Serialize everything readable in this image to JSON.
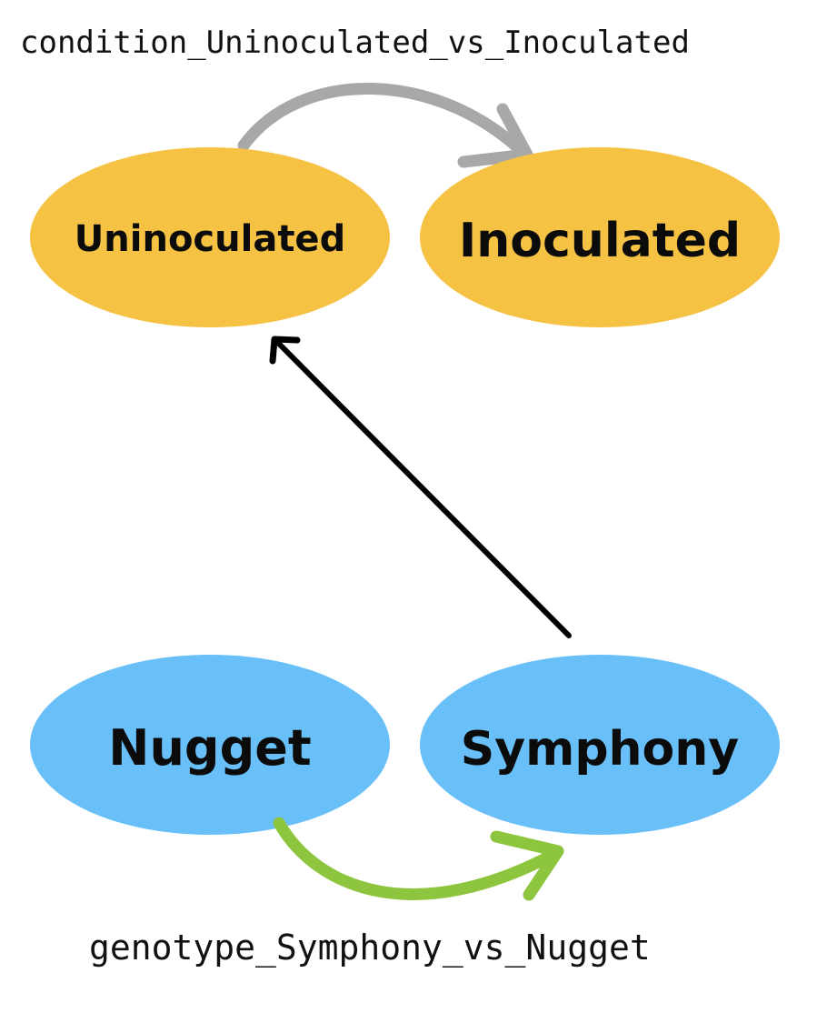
{
  "labels": {
    "condition_contrast": "condition_Uninoculated_vs_Inoculated",
    "genotype_contrast": "genotype_Symphony_vs_Nugget"
  },
  "nodes": {
    "uninoculated": "Uninoculated",
    "inoculated": "Inoculated",
    "nugget": "Nugget",
    "symphony": "Symphony"
  },
  "colors": {
    "condition_fill": "#F5C244",
    "genotype_fill": "#69C0F9",
    "condition_arrow": "#A8A8A8",
    "genotype_arrow": "#8DC53E",
    "cross_arrow": "#000000"
  }
}
